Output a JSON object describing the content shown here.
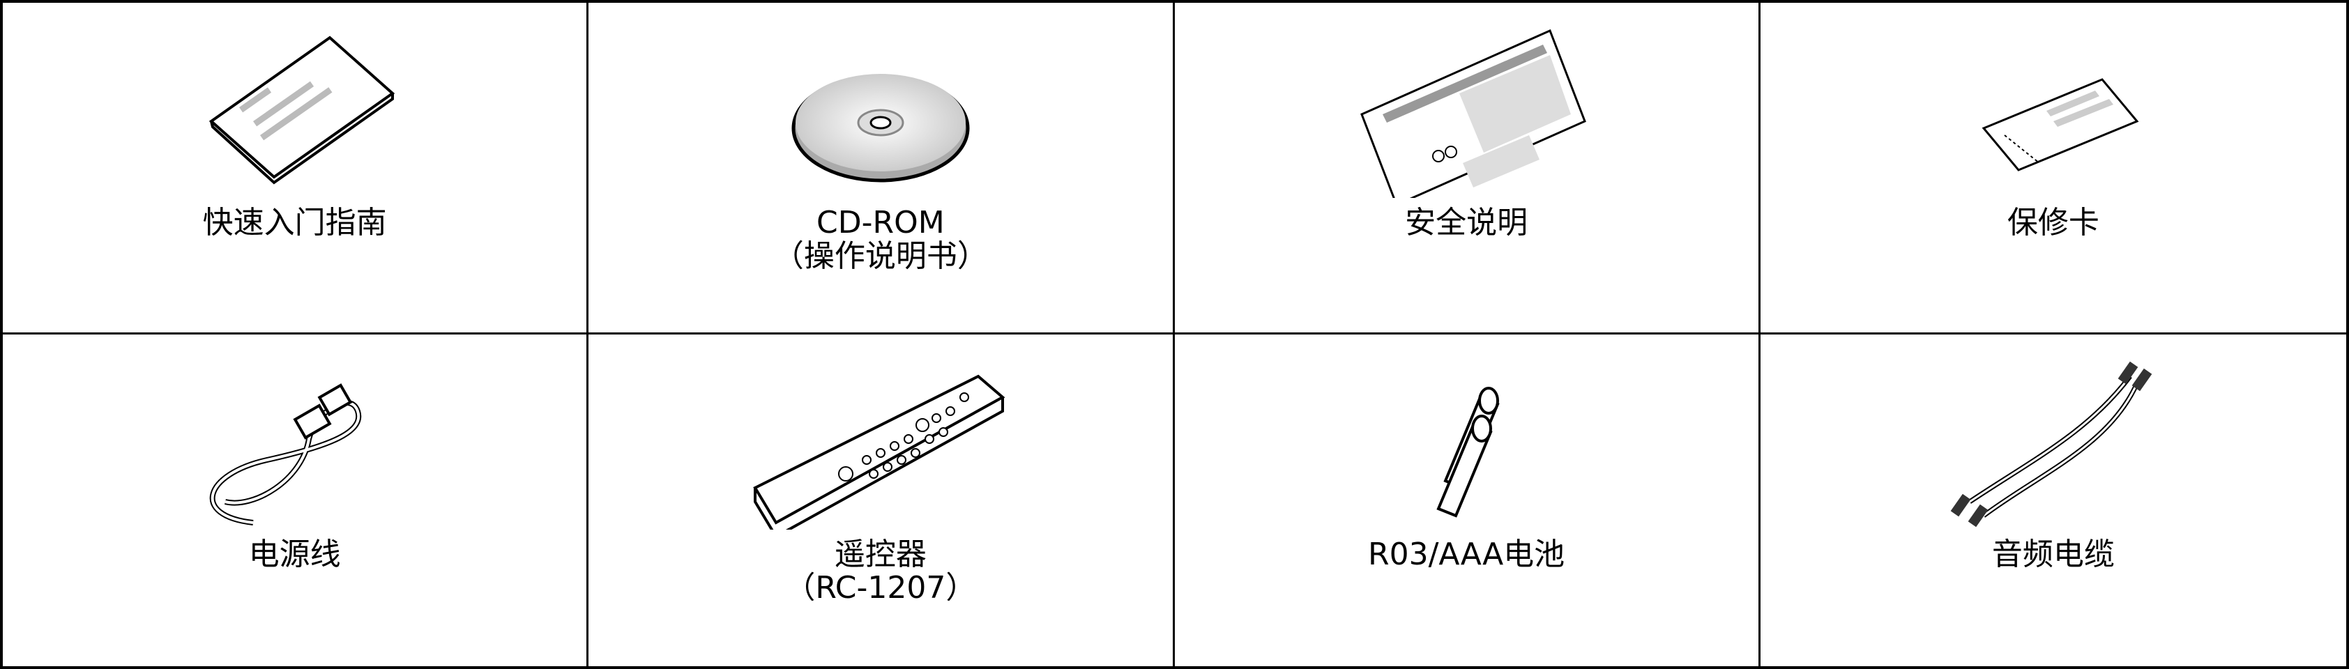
{
  "items": [
    {
      "name": "快速入门指南",
      "sub": "",
      "icon": "booklet-icon"
    },
    {
      "name": "CD-ROM",
      "sub": "（操作说明书）",
      "icon": "cd-rom-icon"
    },
    {
      "name": "安全说明",
      "sub": "",
      "icon": "safety-sheet-icon"
    },
    {
      "name": "保修卡",
      "sub": "",
      "icon": "warranty-card-icon"
    },
    {
      "name": "电源线",
      "sub": "",
      "icon": "power-cord-icon"
    },
    {
      "name": "遥控器",
      "sub": "（RC-1207）",
      "icon": "remote-control-icon"
    },
    {
      "name": "R03/AAA电池",
      "sub": "",
      "icon": "batteries-icon"
    },
    {
      "name": "音频电缆",
      "sub": "",
      "icon": "audio-cable-icon"
    }
  ]
}
